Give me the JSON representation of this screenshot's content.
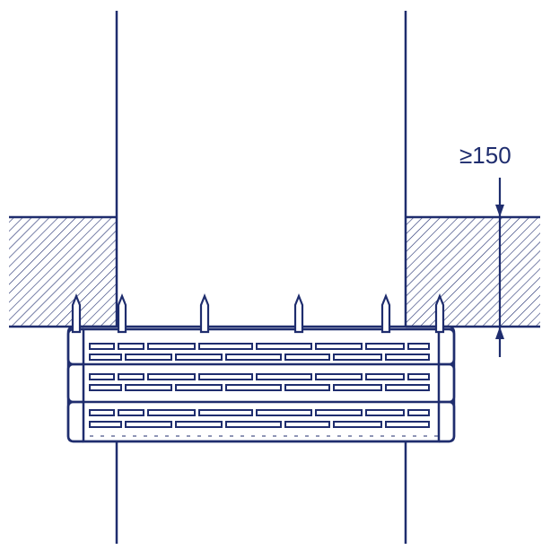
{
  "dimension": {
    "label": "≥150"
  },
  "colors": {
    "line": "#1f2d6e",
    "background": "#ffffff"
  },
  "elements": {
    "anchors": 6,
    "sleeve_rows": 3
  }
}
